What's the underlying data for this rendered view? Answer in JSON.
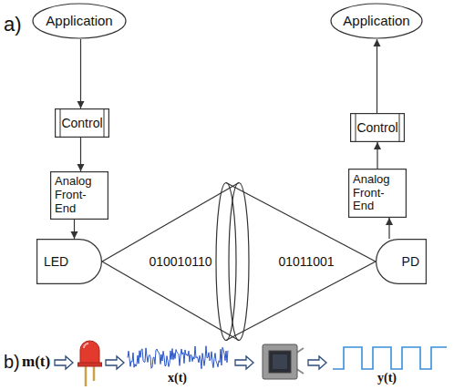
{
  "diagram": {
    "nodes": [
      {
        "text": [
          "Application"
        ]
      },
      {
        "text": [
          "Control"
        ]
      },
      {
        "text": [
          "Analog Front-End"
        ]
      },
      {
        "text": [
          "LED"
        ]
      },
      {
        "text": [
          "010010110"
        ]
      },
      {
        "text": [
          "Application"
        ]
      },
      {
        "text": [
          "Control"
        ]
      },
      {
        "text": [
          "Analog Front-End"
        ]
      },
      {
        "text": [
          "01011001"
        ]
      },
      {
        "text": [
          "PD"
        ]
      }
    ],
    "edges": [
      {
        "from": 0,
        "to": 1,
        "arrow": "to"
      },
      {
        "from": 1,
        "to": 2,
        "arrow": "to"
      },
      {
        "from": 2,
        "to": 3,
        "arrow": "to"
      },
      {
        "from": 9,
        "to": 7,
        "arrow": "to"
      },
      {
        "from": 7,
        "to": 6,
        "arrow": "to"
      },
      {
        "from": 6,
        "to": 5,
        "arrow": "to"
      }
    ],
    "labels": [
      "a)",
      "b)",
      "m(t)",
      "x(t)",
      "y(t)"
    ]
  }
}
